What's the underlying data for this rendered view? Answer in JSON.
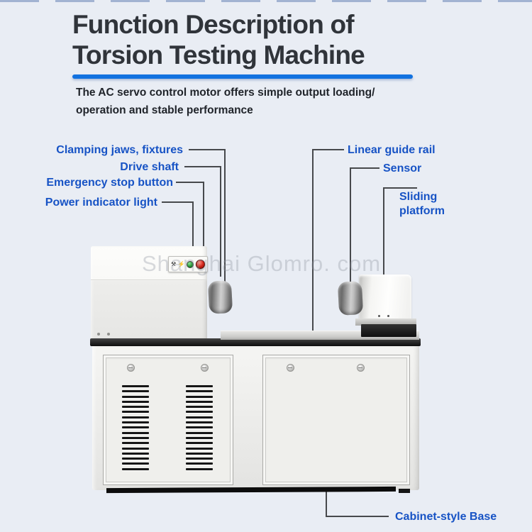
{
  "header": {
    "title_line1": "Function Description of",
    "title_line2": "Torsion Testing Machine",
    "subtitle_line1": "The AC servo control motor offers simple output loading/",
    "subtitle_line2": "operation and stable performance"
  },
  "colors": {
    "accent_blue": "#1272e0",
    "label_blue": "#1753c5",
    "title_dark": "#30343a",
    "leader_line_gray": "#47494c",
    "indicator_green": "#2e9e3a",
    "emergency_red": "#d42b20"
  },
  "watermark": {
    "text": "Shanghai Glomro. com"
  },
  "labels": {
    "clamping_jaws": "Clamping jaws, fixtures",
    "drive_shaft": "Drive shaft",
    "emergency_stop": "Emergency stop button",
    "power_indicator": "Power indicator light",
    "linear_guide_rail": "Linear guide rail",
    "sensor": "Sensor",
    "sliding_platform": "Sliding platform",
    "cabinet_base": "Cabinet-style Base"
  },
  "control_panel": {
    "glyph_left": "⚒",
    "glyph_right": "⚡"
  }
}
